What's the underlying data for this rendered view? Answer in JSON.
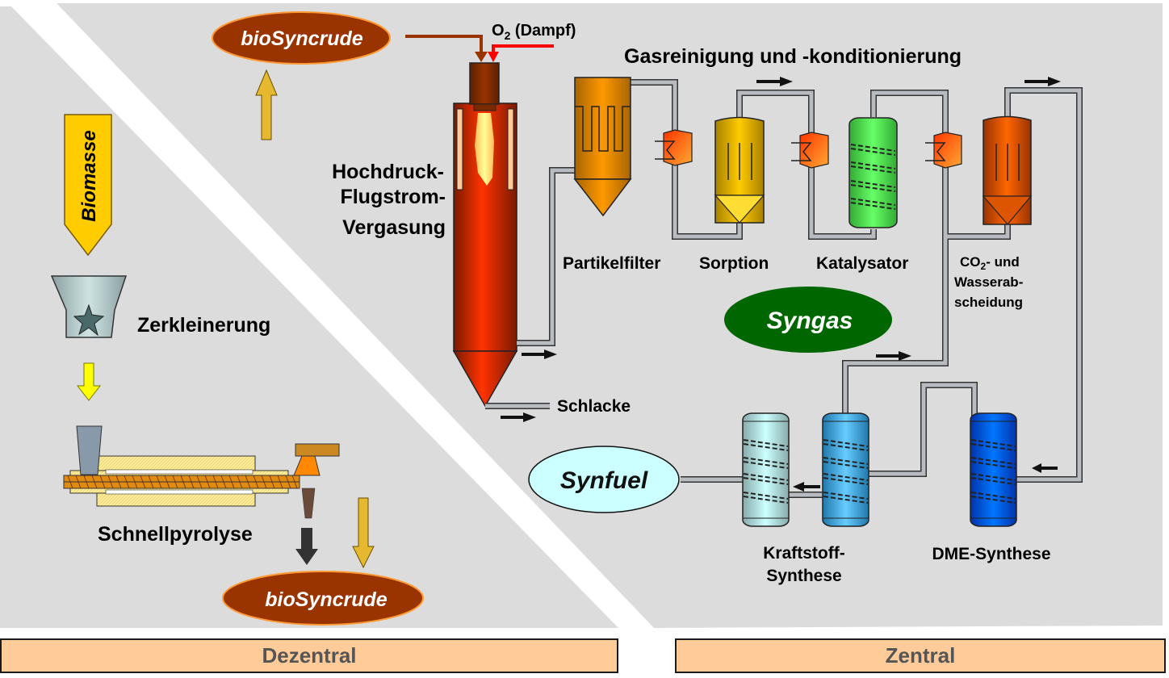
{
  "regions": {
    "decentral_label": "Dezentral",
    "central_label": "Zentral"
  },
  "decentral": {
    "feed_arrow_label": "Biomasse",
    "grinding_label": "Zerkleinerung",
    "pyrolysis_label": "Schnellpyrolyse",
    "product_label": "bioSyncrude"
  },
  "central": {
    "input_label": "bioSyncrude",
    "oxidant_label_main": "O",
    "oxidant_label_sub": "2",
    "oxidant_label_rest": " (Dampf)",
    "gasifier_label_lines": [
      "Hochdruck-",
      "Flugstrom-",
      "Vergasung"
    ],
    "slag_label": "Schlacke",
    "gas_cleaning_title": "Gasreinigung und -konditionierung",
    "units": {
      "particle_filter": "Partikelfilter",
      "sorption": "Sorption",
      "catalyst": "Katalysator",
      "co2_line1_main": "CO",
      "co2_line1_sub": "2",
      "co2_line1_rest": "- und",
      "co2_line2": "Wasserab-",
      "co2_line3": "scheidung"
    },
    "syngas_label": "Syngas",
    "synfuel_label": "Synfuel",
    "fuel_synthesis_lines": [
      "Kraftstoff-",
      "Synthese"
    ],
    "dme_synthesis_label": "DME-Synthese"
  },
  "colors": {
    "background_gray": "#dcdcdc",
    "biosyncrude_fill": "#993300",
    "syngas_fill": "#006600",
    "synfuel_fill": "#ccffff",
    "footer_fill": "#ffcc99",
    "biomass_arrow": "#ffcc00"
  }
}
